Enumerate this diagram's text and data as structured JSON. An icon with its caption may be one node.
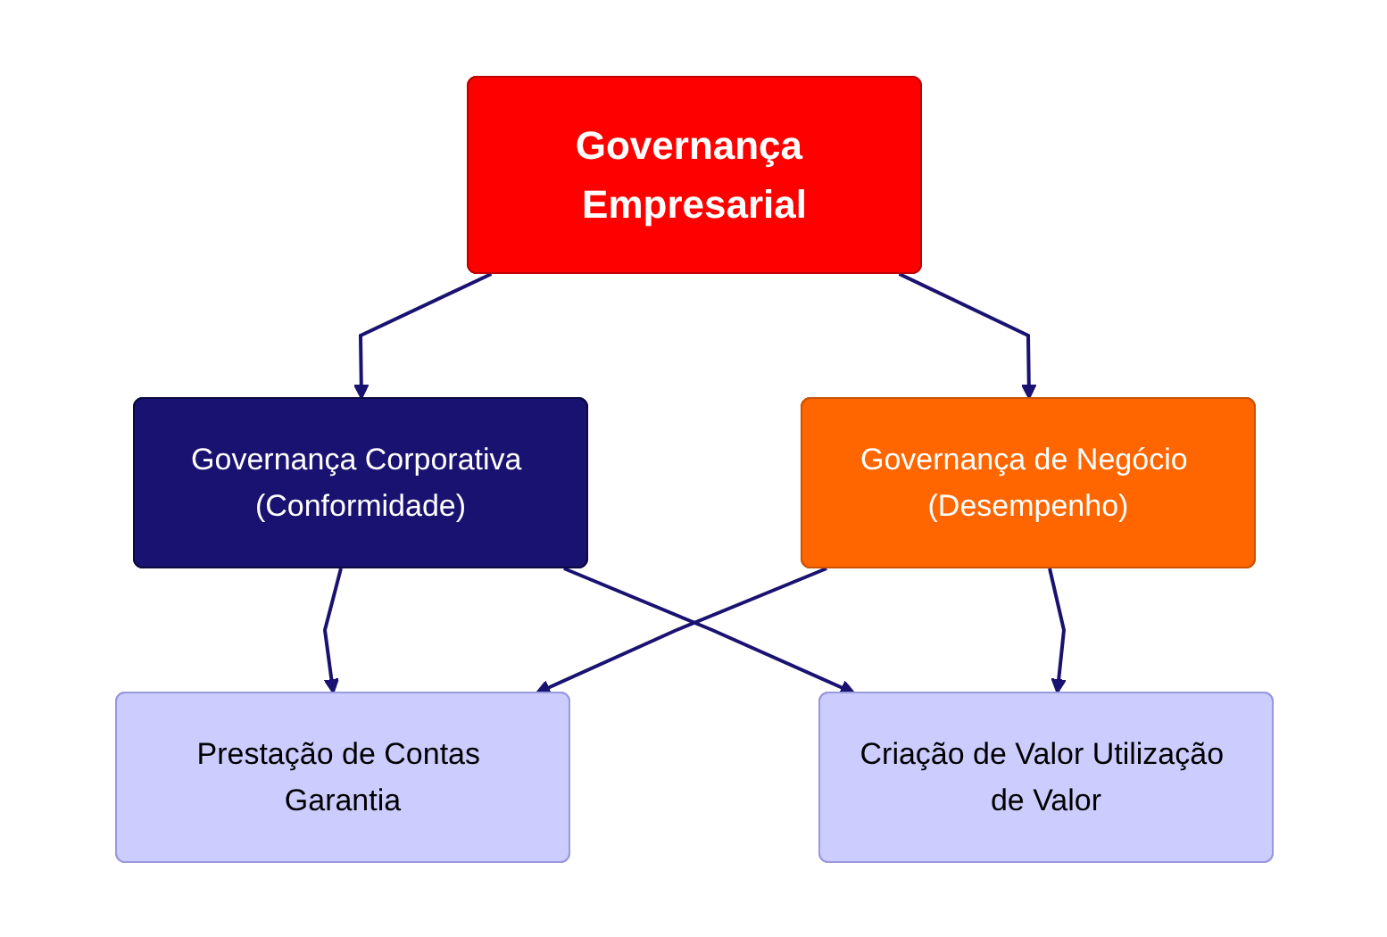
{
  "diagram": {
    "nodes": [
      {
        "text": [
          "Governança Empresarial"
        ]
      },
      {
        "text": [
          "Governança Corporativa (Conformidade)"
        ]
      },
      {
        "text": [
          "Governança de Negócio (Desempenho)"
        ]
      },
      {
        "text": [
          "Prestação de Contas Garantia"
        ]
      },
      {
        "text": [
          "Criação de Valor Utilização de Valor"
        ]
      }
    ],
    "edges": [
      {
        "from": 0,
        "to": 1,
        "arrow": "to"
      },
      {
        "from": 0,
        "to": 2,
        "arrow": "to"
      },
      {
        "from": 1,
        "to": 3,
        "arrow": "to"
      },
      {
        "from": 1,
        "to": 4,
        "arrow": "to"
      },
      {
        "from": 2,
        "to": 3,
        "arrow": "to"
      },
      {
        "from": 2,
        "to": 4,
        "arrow": "to"
      }
    ]
  }
}
